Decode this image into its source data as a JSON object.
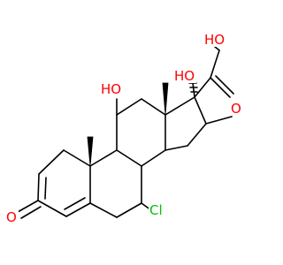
{
  "diagram": {
    "type": "skeletal-structure",
    "atom_labels": {
      "ring_ketone_o": "O",
      "hydroxyl_11": "HO",
      "hydroxyl_17": "HO",
      "chloro_7": "Cl",
      "side_chain_ketone_o": "O",
      "side_chain_hydroxyl": "HO"
    },
    "colors": {
      "oxygen": "#ff0000",
      "chlorine": "#00c000",
      "bond": "#000000"
    }
  }
}
